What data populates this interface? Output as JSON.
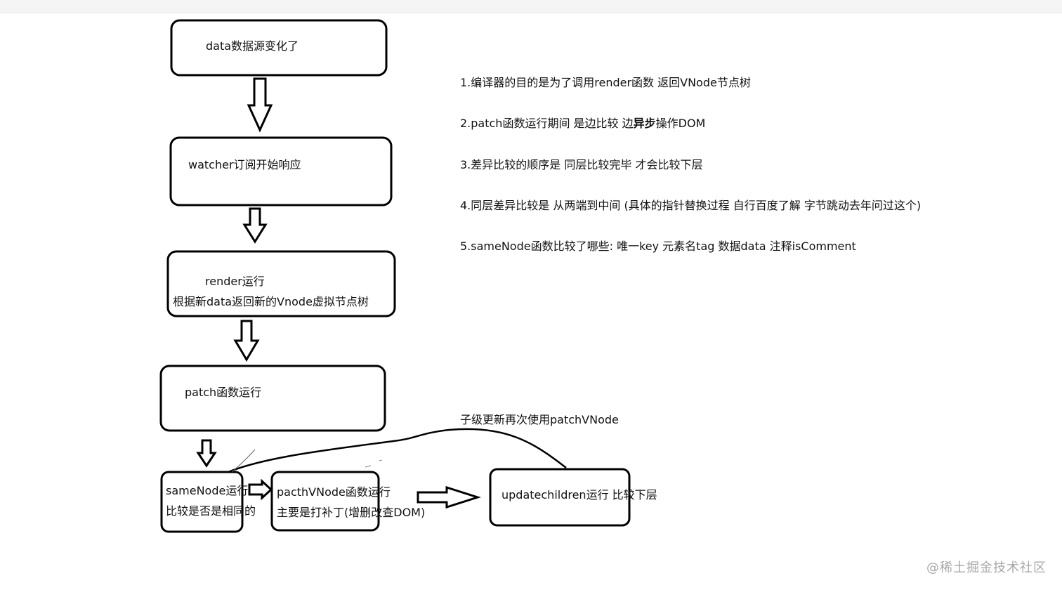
{
  "boxes": {
    "data_change": "data数据源变化了",
    "watcher": "watcher订阅开始响应",
    "render_line1": "render运行",
    "render_line2": "根据新data返回新的Vnode虚拟节点树",
    "patch": "patch函数运行",
    "samenode_line1": "sameNode运行",
    "samenode_line2": "比较是否是相同的",
    "patchvnode_line1": "pacthVNode函数运行",
    "patchvnode_line2": "主要是打补丁(增删改查DOM)",
    "updatechildren": "updatechildren运行 比较下层"
  },
  "curve_label": "子级更新再次使用patchVNode",
  "notes": {
    "n1": "1.编译器的目的是为了调用render函数 返回VNode节点树",
    "n2_pre": "2.patch函数运行期间 是边比较 边",
    "n2_bold": "异步",
    "n2_post": "操作DOM",
    "n3": "3.差异比较的顺序是 同层比较完毕 才会比较下层",
    "n4": "4.同层差异比较是 从两端到中间 (具体的指针替换过程 自行百度了解  字节跳动去年问过这个)",
    "n5": "5.sameNode函数比较了哪些: 唯一key  元素名tag  数据data   注释isComment"
  },
  "watermark": "@稀土掘金技术社区"
}
